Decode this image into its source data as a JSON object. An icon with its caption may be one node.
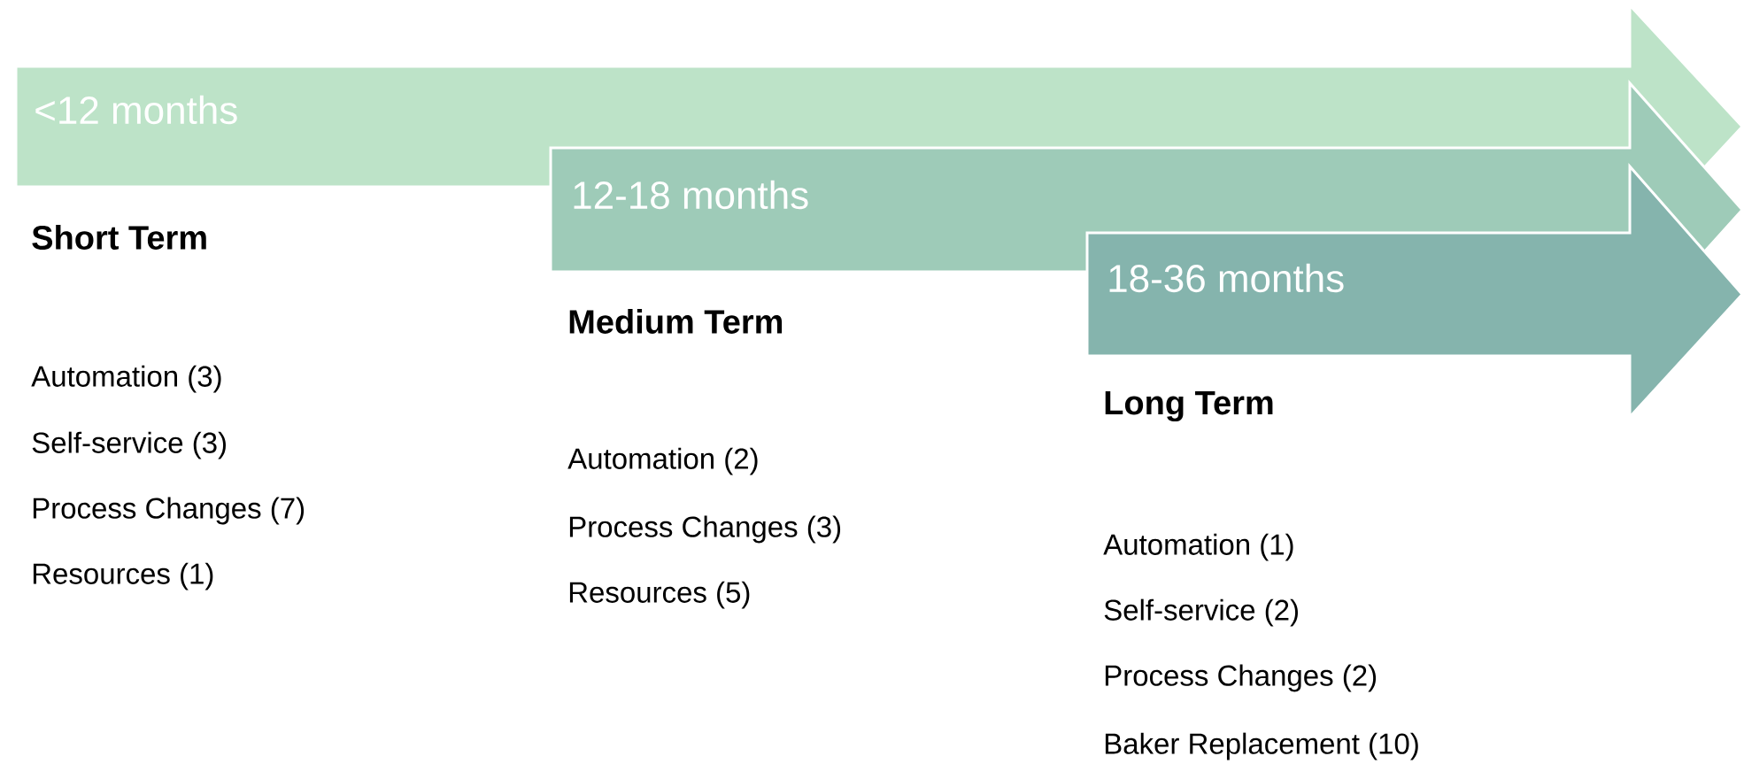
{
  "diagram": {
    "nodes": [
      {
        "text": [
          "<12 months"
        ]
      },
      {
        "text": [
          "12-18 months"
        ]
      },
      {
        "text": [
          "18-36 months"
        ]
      }
    ],
    "labels": [
      "Short Term",
      "Automation (3)",
      "Self-service (3)",
      "Process Changes (7)",
      "Resources (1)",
      "Medium Term",
      "Automation (2)",
      "Process Changes (3)",
      "Resources (5)",
      "Long Term",
      "Automation (1)",
      "Self-service (2)",
      "Process Changes (2)",
      "Baker Replacement (10)"
    ]
  }
}
